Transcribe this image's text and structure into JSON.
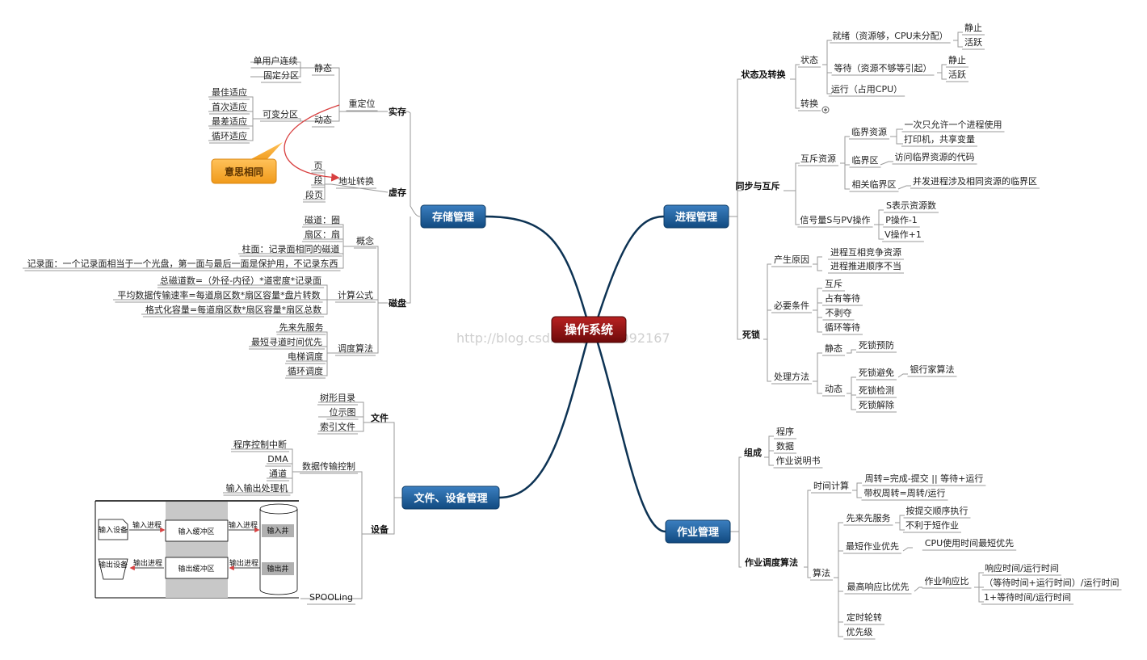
{
  "center": "操作系统",
  "watermark": "http://blog.csdn.net/u010092167",
  "callout": "意思相同",
  "nodes": {
    "storage": "存储管理",
    "process": "进程管理",
    "files": "文件、设备管理",
    "jobs": "作业管理",
    "real_mem": "实存",
    "virt_mem": "虚存",
    "disk": "磁盘",
    "relocation": "重定位",
    "static": "静态",
    "dynamic": "动态",
    "single_user": "单用户连续",
    "fixed_part": "固定分区",
    "variable_part": "可变分区",
    "best_fit": "最佳适应",
    "first_fit": "首次适应",
    "worst_fit": "最差适应",
    "next_fit": "循环适应",
    "addr_trans": "地址转换",
    "page": "页",
    "segment": "段",
    "seg_page": "段页",
    "concept": "概念",
    "track": "磁道：圈",
    "sector": "扇区：扇",
    "cylinder": "柱面：记录面相同的磁道",
    "record_face": "记录面：一个记录面相当于一个光盘，第一面与最后一面是保护用，不记录东西",
    "formula": "计算公式",
    "f1": "总磁道数=（外径-内径）*道密度*记录面",
    "f2": "平均数据传输速率=每道扇区数*扇区容量*盘片转数",
    "f3": "格式化容量=每道扇区数*扇区容量*扇区总数",
    "sched": "调度算法",
    "fcfs_disk": "先来先服务",
    "sstf": "最短寻道时间优先",
    "elevator": "电梯调度",
    "cscan": "循环调度",
    "file": "文件",
    "tree_dir": "树形目录",
    "bitmap": "位示图",
    "index_file": "索引文件",
    "device": "设备",
    "data_trans": "数据传输控制",
    "prog_int": "程序控制中断",
    "dma": "DMA",
    "channel": "通道",
    "io_proc": "输入输出处理机",
    "spooling": "SPOOLing",
    "state_trans": "状态及转换",
    "state": "状态",
    "ready": "就绪（资源够，CPU未分配）",
    "waiting": "等待（资源不够等引起）",
    "running": "运行（占用CPU）",
    "s_static": "静止",
    "s_active": "活跃",
    "transition": "转换",
    "sync": "同步与互斥",
    "mutex": "互斥资源",
    "crit_res": "临界资源",
    "crit_r1": "一次只允许一个进程使用",
    "crit_r2": "打印机，共享变量",
    "crit_sec": "临界区",
    "crit_sec_d": "访问临界资源的代码",
    "rel_crit": "相关临界区",
    "rel_crit_d": "并发进程涉及相同资源的临界区",
    "semaphore": "信号量S与PV操作",
    "sem1": "S表示资源数",
    "sem2": "P操作-1",
    "sem3": "V操作+1",
    "deadlock": "死锁",
    "cause": "产生原因",
    "cause1": "进程互相竞争资源",
    "cause2": "进程推进顺序不当",
    "necessary": "必要条件",
    "nec1": "互斥",
    "nec2": "占有等待",
    "nec3": "不剥夺",
    "nec4": "循环等待",
    "handling": "处理方法",
    "h_static": "静态",
    "prevent": "死锁预防",
    "h_dynamic": "动态",
    "avoid": "死锁避免",
    "banker": "银行家算法",
    "detect": "死锁检测",
    "recover": "死锁解除",
    "compose": "组成",
    "program": "程序",
    "data_item": "数据",
    "manual": "作业说明书",
    "job_sched": "作业调度算法",
    "time_calc": "时间计算",
    "turnaround": "周转=完成-提交 || 等待+运行",
    "w_turnaround": "带权周转=周转/运行",
    "algo": "算法",
    "fcfs": "先来先服务",
    "fcfs1": "按提交顺序执行",
    "fcfs2": "不利于短作业",
    "sjf": "最短作业优先",
    "sjf1": "CPU使用时间最短优先",
    "hrrn": "最高响应比优先",
    "resp_ratio": "作业响应比",
    "rr1": "响应时间/运行时间",
    "rr2": "（等待时间+运行时间）/运行时间",
    "rr3": "1+等待时间/运行时间",
    "round_robin": "定时轮转",
    "priority": "优先级"
  },
  "spool": {
    "input_dev": "输入设备",
    "input_proc": "输入进程",
    "input_buf": "输入缓冲区",
    "input_proc2": "输入进程",
    "input_well": "输入井",
    "output_dev": "输出设备",
    "output_proc": "输出进程",
    "output_buf": "输出缓冲区",
    "output_proc2": "输出进程",
    "output_well": "输出井"
  },
  "colors": {
    "branch_fill": "#1d5f9a",
    "branch_edge": "#0d3b66",
    "center_fill": "#8a1010",
    "curve": "#0d3354",
    "callout": "#f5a62a",
    "arrow": "#d84040"
  }
}
